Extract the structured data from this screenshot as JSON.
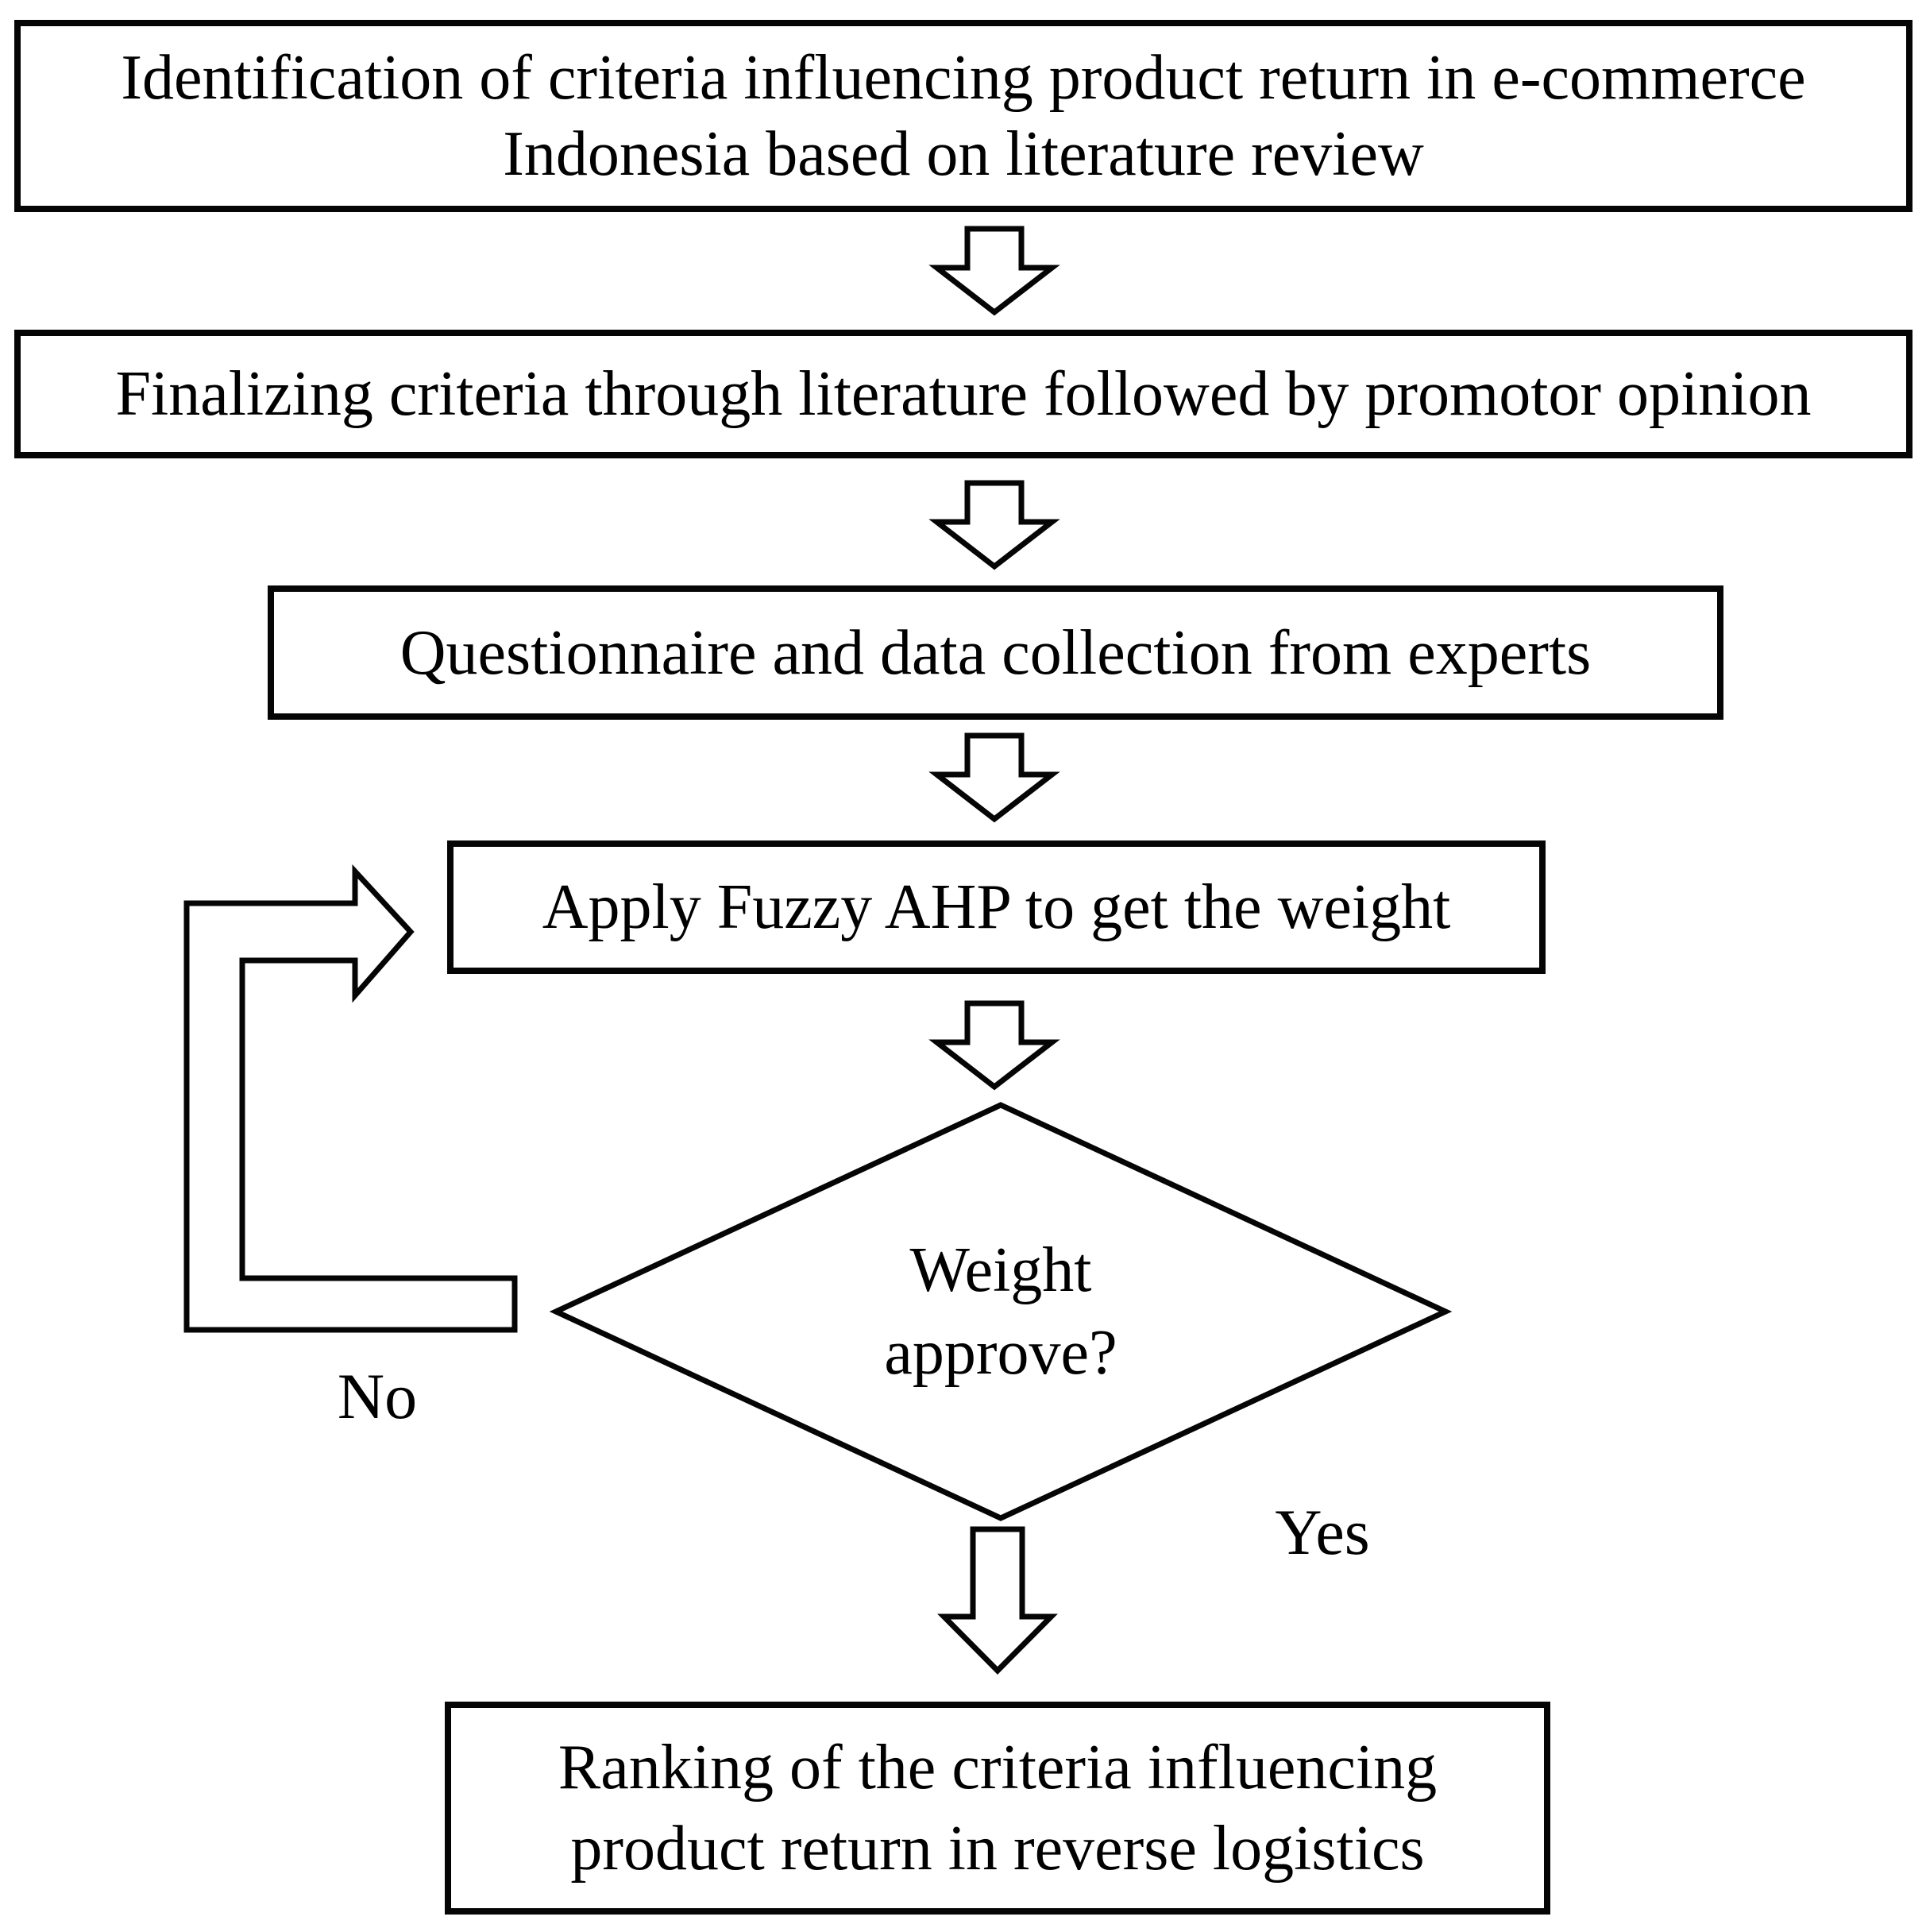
{
  "flowchart": {
    "background_color": "#ffffff",
    "stroke_color": "#000000",
    "nodes": [
      {
        "id": "identification",
        "type": "process",
        "lines": [
          "Identification of criteria influencing product return in e-commerce",
          "Indonesia based on literature review"
        ]
      },
      {
        "id": "finalizing",
        "type": "process",
        "lines": [
          "Finalizing criteria through literature followed by promotor opinion"
        ]
      },
      {
        "id": "questionnaire",
        "type": "process",
        "lines": [
          "Questionnaire and data collection from experts"
        ]
      },
      {
        "id": "fuzzy-ahp",
        "type": "process",
        "lines": [
          "Apply Fuzzy AHP to get the weight"
        ]
      },
      {
        "id": "weight-approve",
        "type": "decision",
        "lines": [
          "Weight",
          "approve?"
        ]
      },
      {
        "id": "ranking",
        "type": "process",
        "lines": [
          "Ranking of the criteria influencing",
          "product return in reverse logistics"
        ]
      }
    ],
    "branch_labels": {
      "no": "No",
      "yes": "Yes"
    }
  }
}
